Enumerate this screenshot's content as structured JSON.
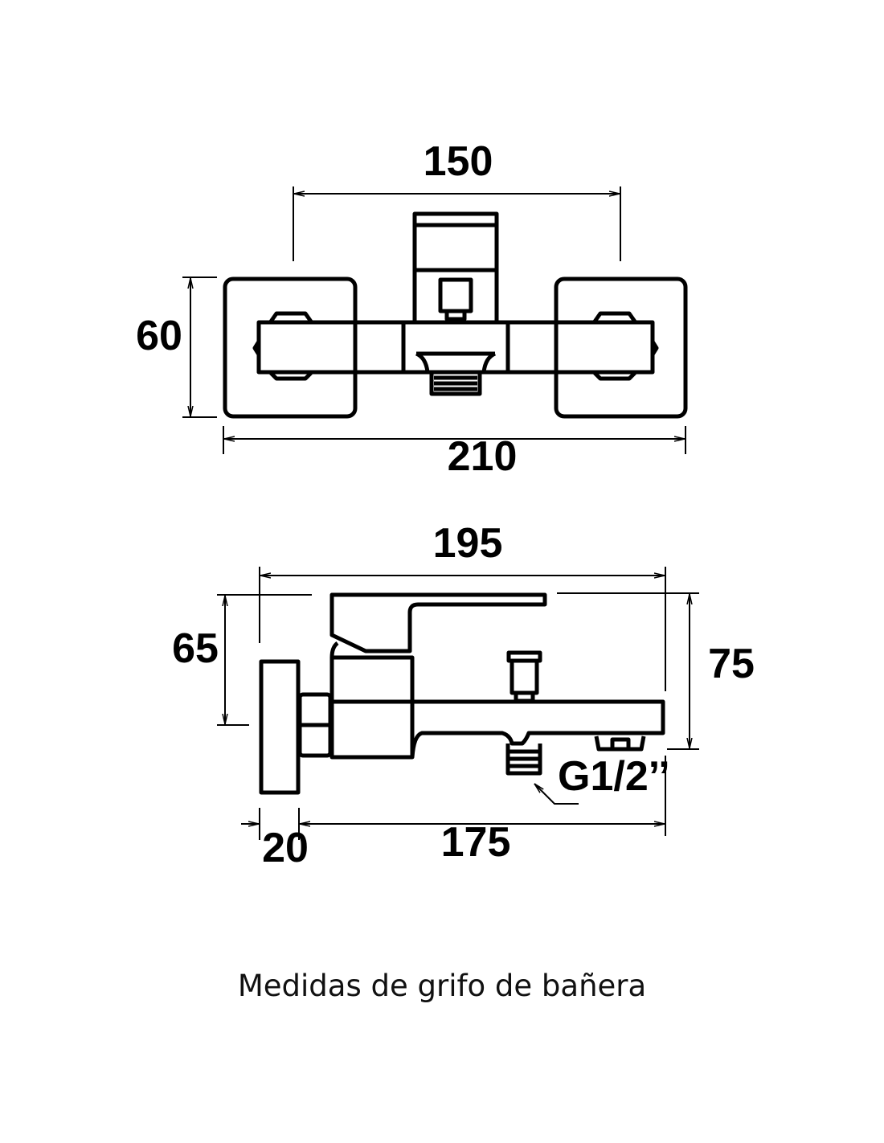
{
  "top_view": {
    "dim_width_between_centers": "150",
    "dim_height": "60",
    "dim_total_width": "210"
  },
  "side_view": {
    "dim_total_length": "195",
    "dim_height_inlet": "65",
    "dim_total_height": "75",
    "dim_wall_plate": "20",
    "dim_spout_length": "175",
    "thread_label": "G1/2’’"
  },
  "caption": "Medidas  de grifo de bañera"
}
